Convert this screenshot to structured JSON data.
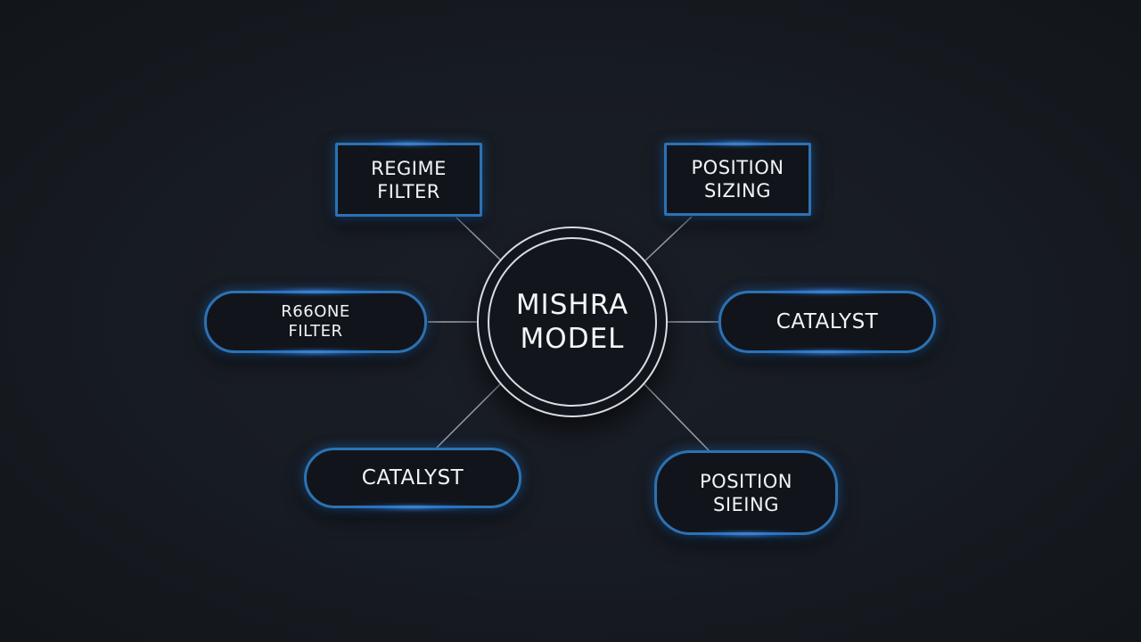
{
  "diagram": {
    "center": {
      "line1": "MISHRA",
      "line2": "MODEL"
    },
    "nodes": [
      {
        "id": "top-left",
        "shape": "rect",
        "line1": "REGIME",
        "line2": "FILTER"
      },
      {
        "id": "top-right",
        "shape": "rect",
        "line1": "POSITION",
        "line2": "SIZING"
      },
      {
        "id": "mid-left",
        "shape": "pill",
        "line1": "R66ONE",
        "line2": "FILTER"
      },
      {
        "id": "mid-right",
        "shape": "pill",
        "line1": "CATALYST"
      },
      {
        "id": "bottom-left",
        "shape": "pill",
        "line1": "CATALYST"
      },
      {
        "id": "bottom-right",
        "shape": "pill",
        "line1": "POSITION",
        "line2": "SIEING"
      }
    ],
    "colors": {
      "background": "#171b22",
      "node_border": "#2c72b3",
      "glow": "#3a9bff",
      "connector": "#9aa3ad",
      "text": "#f2f4f7"
    }
  }
}
